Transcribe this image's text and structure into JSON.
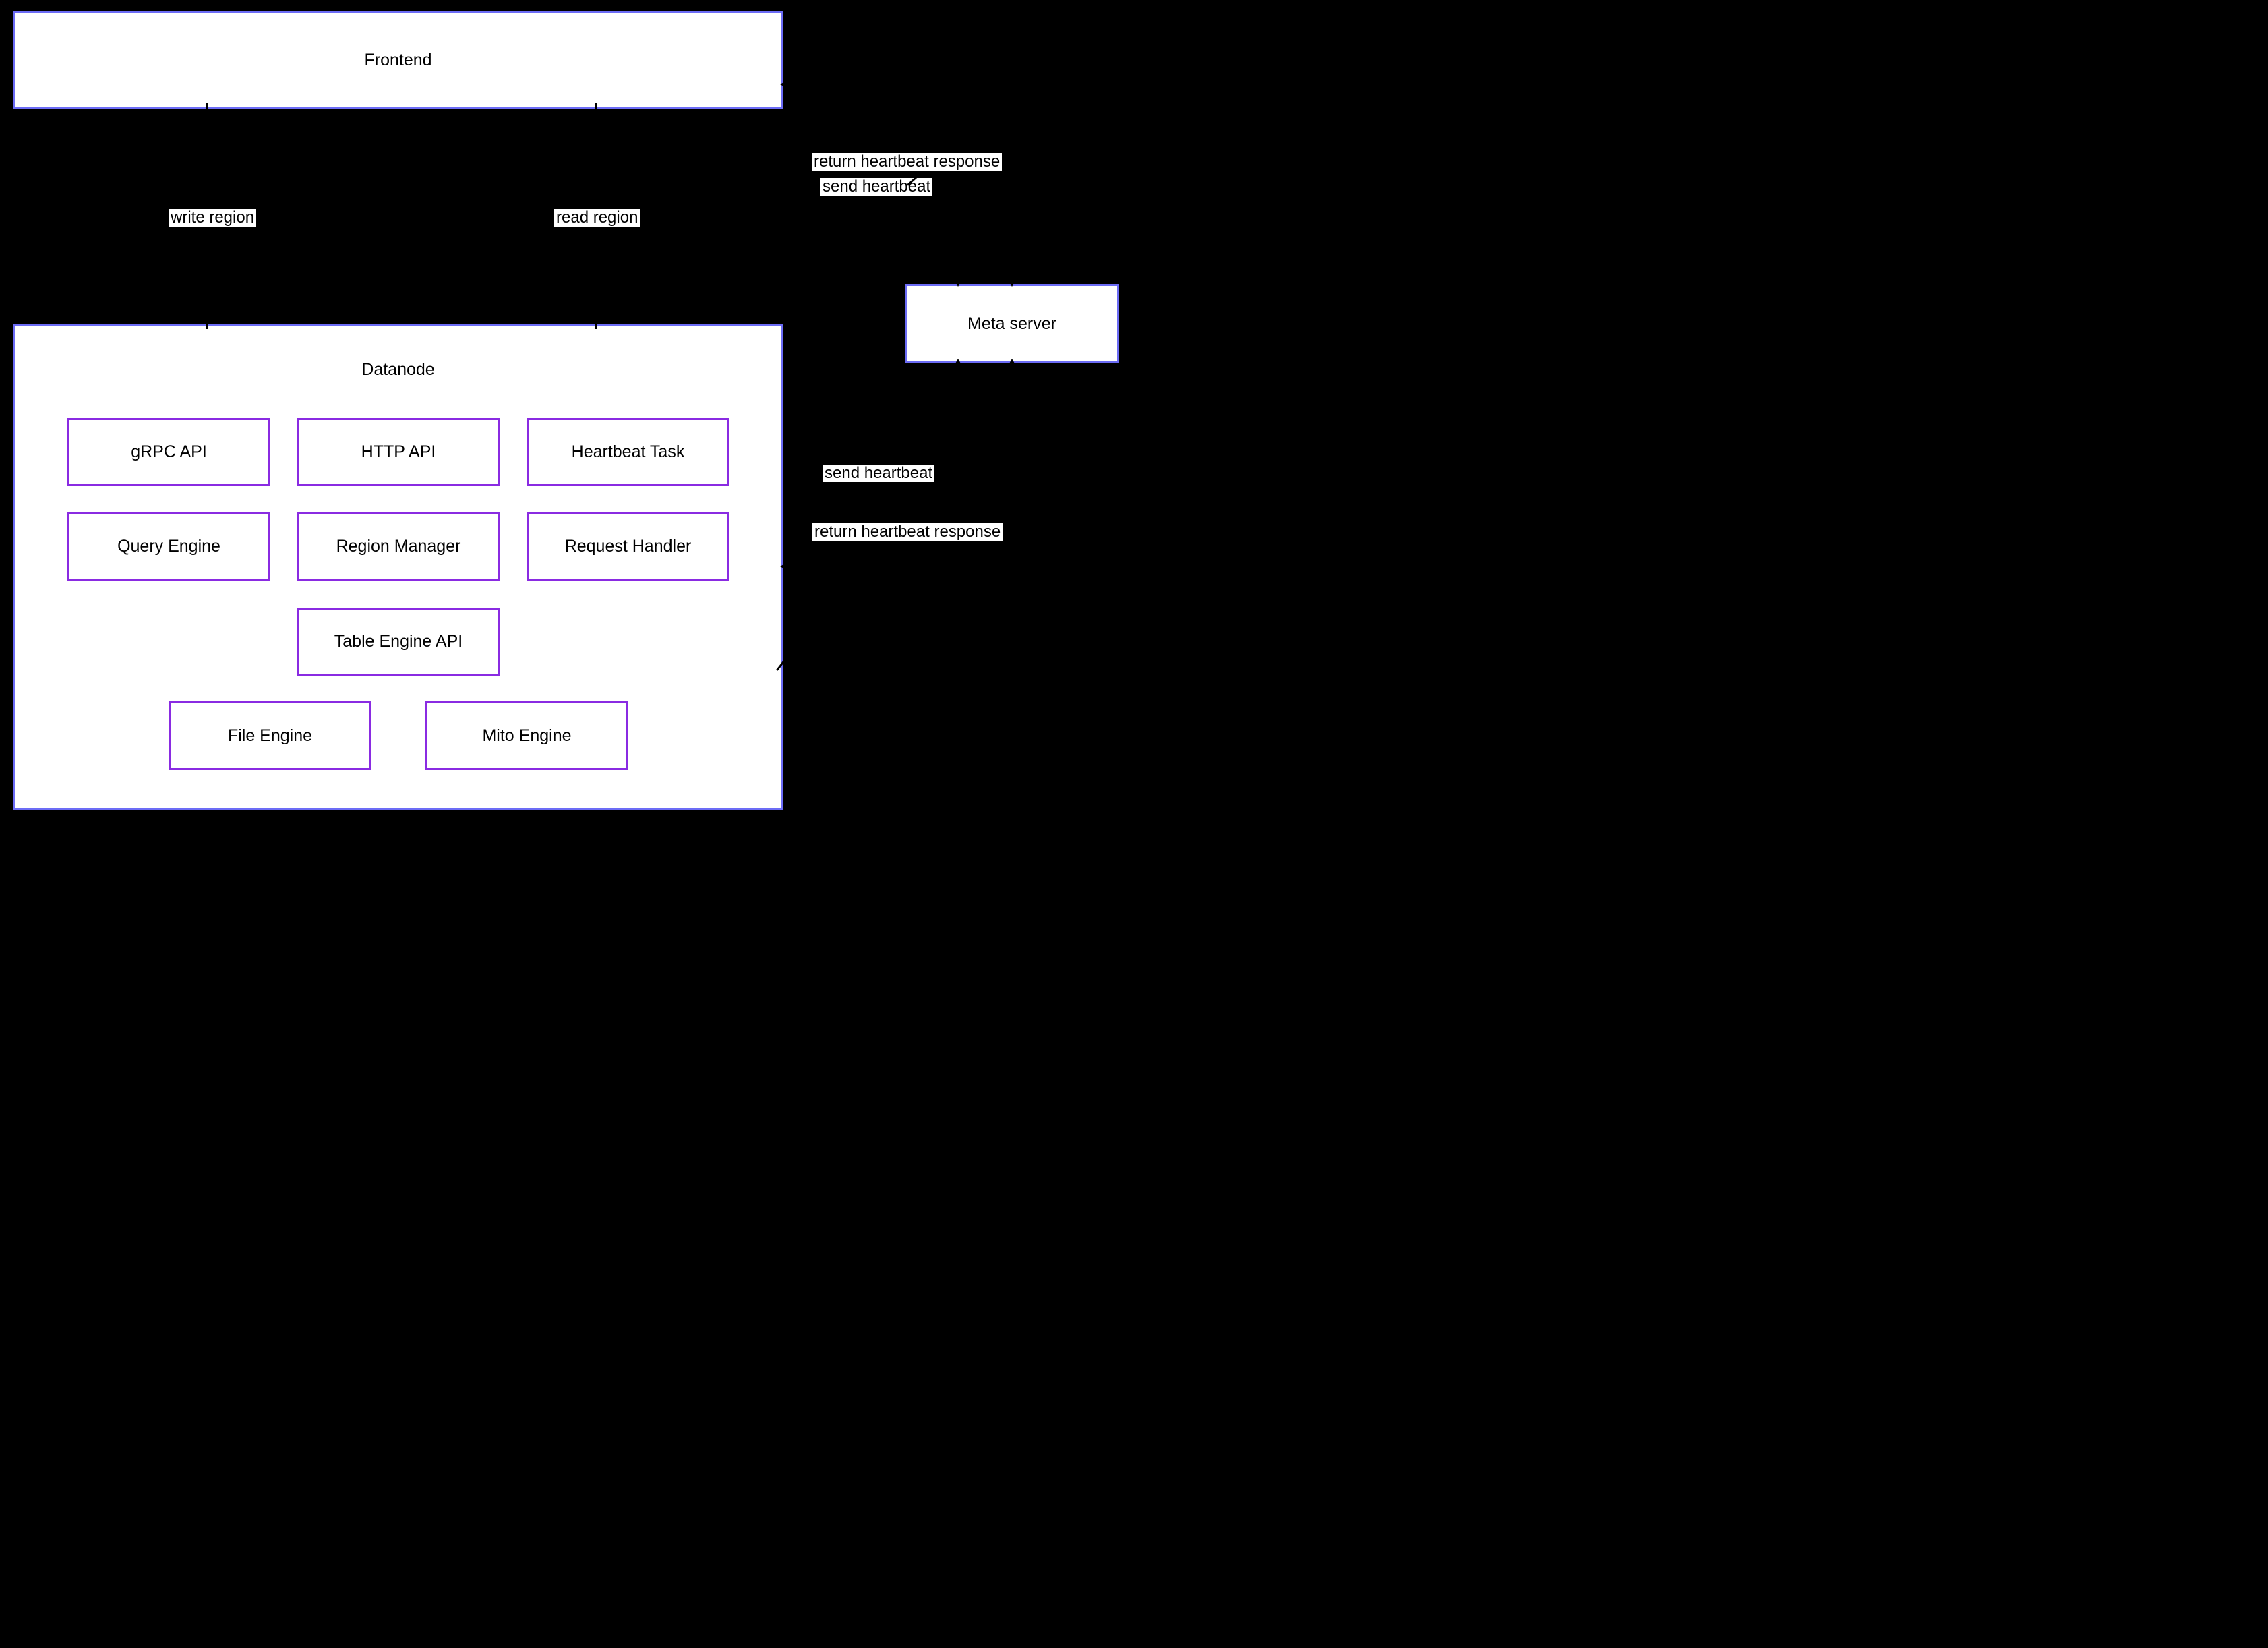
{
  "diagram": {
    "background_color": "#000000",
    "node_border_color": "#6c6cf5",
    "component_border_color": "#8a2be2",
    "node_fill_color": "#ffffff",
    "edge_label_background": "#ffffff",
    "text_color": "#000000",
    "arrow_color": "#000000"
  },
  "nodes": {
    "frontend": {
      "label": "Frontend"
    },
    "datanode": {
      "label": "Datanode",
      "components": {
        "grpc_api": "gRPC API",
        "http_api": "HTTP API",
        "heartbeat_task": "Heartbeat Task",
        "query_engine": "Query Engine",
        "region_manager": "Region Manager",
        "request_handler": "Request Handler",
        "table_engine_api": "Table Engine API",
        "file_engine": "File Engine",
        "mito_engine": "Mito Engine"
      }
    },
    "meta_server": {
      "label": "Meta server"
    }
  },
  "edges": {
    "frontend_to_datanode_write": {
      "label": "write region"
    },
    "frontend_to_datanode_read": {
      "label": "read region"
    },
    "meta_to_frontend_return": {
      "label": "return heartbeat response"
    },
    "frontend_to_meta_send": {
      "label": "send heartbeat"
    },
    "datanode_to_meta_send": {
      "label": "send heartbeat"
    },
    "meta_to_datanode_return": {
      "label": "return heartbeat response"
    }
  }
}
